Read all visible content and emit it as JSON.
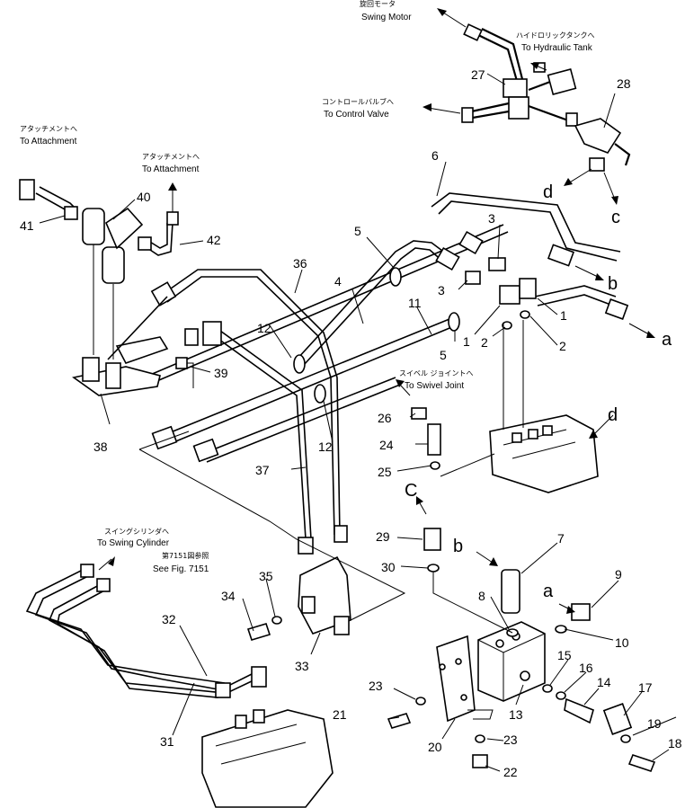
{
  "callouts": {
    "swing_motor_jp": "旋回モータ",
    "swing_motor_en": "Swing Motor",
    "hydraulic_tank_jp": "ハイドロリックタンクへ",
    "hydraulic_tank_en": "To Hydraulic Tank",
    "control_valve_jp": "コントロールバルブへ",
    "control_valve_en": "To Control Valve",
    "attachment1_jp": "アタッチメントへ",
    "attachment1_en": "To Attachment",
    "attachment2_jp": "アタッチメントへ",
    "attachment2_en": "To Attachment",
    "swivel_jp": "スイベル ジョイントへ",
    "swivel_en": "To Swivel Joint",
    "swing_cyl_jp": "スイングシリンダへ",
    "swing_cyl_en": "To Swing Cylinder",
    "see_fig_jp": "第7151図参照",
    "see_fig_en": "See Fig. 7151"
  },
  "part_numbers": [
    "1",
    "2",
    "3",
    "4",
    "5",
    "6",
    "7",
    "8",
    "9",
    "10",
    "11",
    "12",
    "13",
    "14",
    "15",
    "16",
    "17",
    "18",
    "19",
    "20",
    "21",
    "22",
    "23",
    "24",
    "25",
    "26",
    "27",
    "28",
    "29",
    "30",
    "31",
    "32",
    "33",
    "34",
    "35",
    "36",
    "37",
    "38",
    "39",
    "40",
    "41",
    "42"
  ],
  "labels": {
    "n1a": "1",
    "n1b": "1",
    "n2a": "2",
    "n2b": "2",
    "n3a": "3",
    "n3b": "3",
    "n4": "4",
    "n5a": "5",
    "n5b": "5",
    "n6": "6",
    "n7": "7",
    "n8": "8",
    "n9": "9",
    "n10": "10",
    "n11": "11",
    "n12a": "12",
    "n12b": "12",
    "n13": "13",
    "n14": "14",
    "n15": "15",
    "n16": "16",
    "n17": "17",
    "n18": "18",
    "n19": "19",
    "n20": "20",
    "n21": "21",
    "n22": "22",
    "n23a": "23",
    "n23b": "23",
    "n24": "24",
    "n25": "25",
    "n26": "26",
    "n27": "27",
    "n28": "28",
    "n29": "29",
    "n30": "30",
    "n31": "31",
    "n32": "32",
    "n33": "33",
    "n34": "34",
    "n35": "35",
    "n36": "36",
    "n37": "37",
    "n38": "38",
    "n39": "39",
    "n40": "40",
    "n41": "41",
    "n42": "42"
  },
  "letters": {
    "a1": "a",
    "a2": "a",
    "b1": "b",
    "b2": "b",
    "c1": "c",
    "c2": "C",
    "d1": "d",
    "d2": "d"
  }
}
